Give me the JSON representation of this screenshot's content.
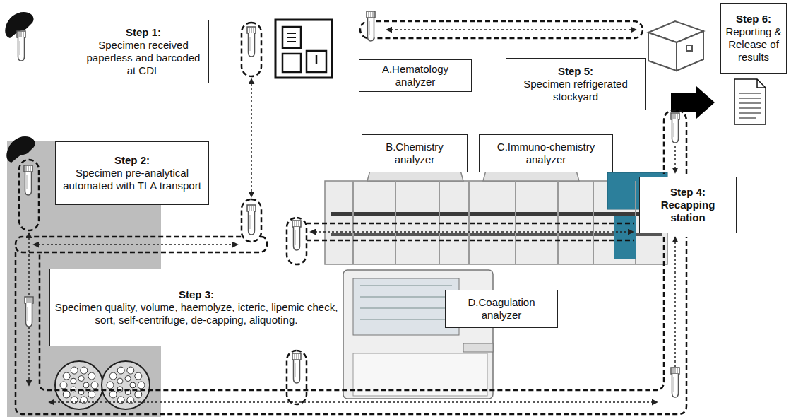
{
  "diagram": {
    "nodes": [
      {
        "text": [
          "Step 1:",
          "Specimen received paperless and barcoded at CDL"
        ]
      },
      {
        "text": [
          "A.Hematology analyzer"
        ]
      },
      {
        "text": [
          "Step 5:",
          "Specimen refrigerated stockyard"
        ]
      },
      {
        "text": [
          "Step 6:",
          "Reporting & Release of results"
        ]
      },
      {
        "text": [
          "Step 2:",
          "Specimen pre-analytical automated with TLA transport"
        ]
      },
      {
        "text": [
          "B.Chemistry analyzer"
        ]
      },
      {
        "text": [
          "C.Immuno-chemistry analyzer"
        ]
      },
      {
        "text": [
          "Step 4:",
          "Recapping station"
        ]
      },
      {
        "text": [
          "Step 3:",
          "Specimen quality, volume, haemolyze, icteric, lipemic check, sort, self-centrifuge, de-capping, aliquoting."
        ]
      },
      {
        "text": [
          "D.Coagulation analyzer"
        ]
      }
    ]
  }
}
